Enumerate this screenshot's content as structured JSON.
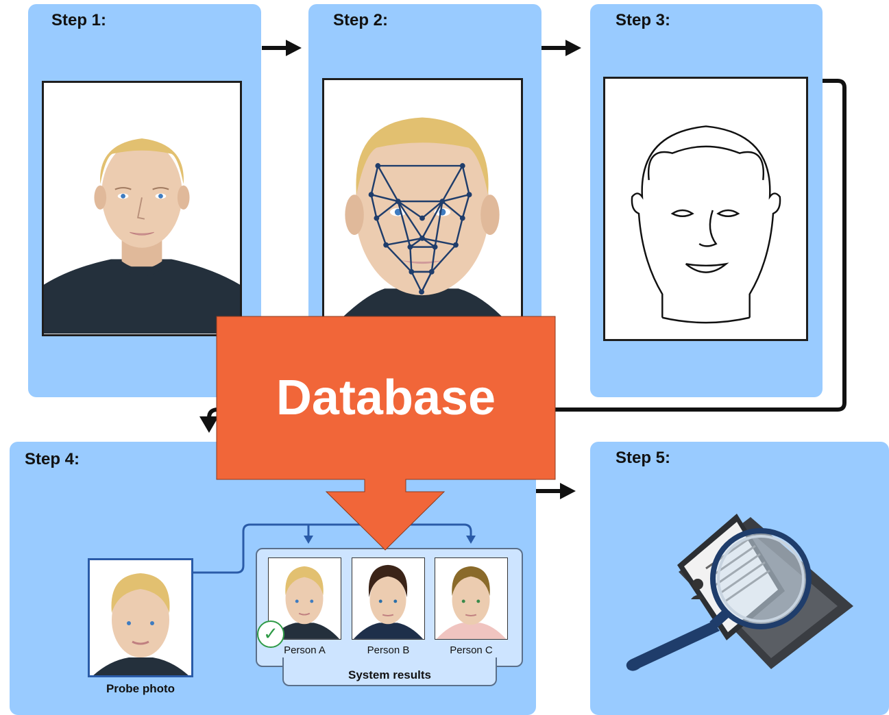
{
  "steps": [
    {
      "label": "Step 1:"
    },
    {
      "label": "Step 2:"
    },
    {
      "label": "Step 3:"
    },
    {
      "label": "Step 4:"
    },
    {
      "label": "Step 5:"
    }
  ],
  "database": {
    "label": "Database"
  },
  "step4": {
    "probe_label": "Probe photo",
    "results_label": "System results",
    "persons": [
      "Person A",
      "Person B",
      "Person C"
    ],
    "match_mark": "✓"
  },
  "colors": {
    "panel": "#99cbff",
    "database": "#f16639",
    "arrow": "#111111",
    "connector": "#2a5ba8"
  }
}
